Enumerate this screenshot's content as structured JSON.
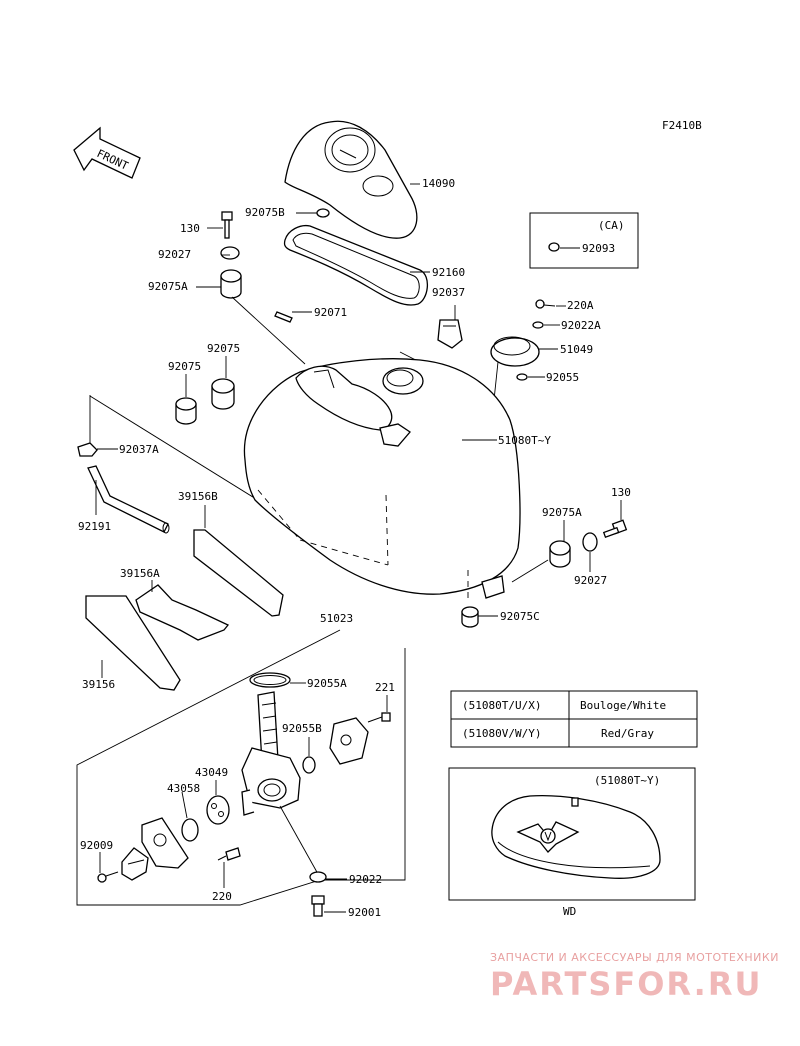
{
  "figure_code": "F2410B",
  "front_label": "FRONT",
  "callouts": {
    "p14090": "14090",
    "p92075B": "92075B",
    "p130_top": "130",
    "p92027_top": "92027",
    "p92075A_top": "92075A",
    "p92160": "92160",
    "p92071": "92071",
    "p92037": "92037",
    "p92075_a": "92075",
    "p92075_b": "92075",
    "p220A": "220A",
    "p92022A": "92022A",
    "p51049": "51049",
    "p92055": "92055",
    "p92037A": "92037A",
    "p51080": "51080T~Y",
    "p92191": "92191",
    "p39156B": "39156B",
    "p130_right": "130",
    "p92075A_right": "92075A",
    "p92027_right": "92027",
    "p39156A": "39156A",
    "p92075C": "92075C",
    "p51023": "51023",
    "p39156": "39156",
    "p92055A": "92055A",
    "p221": "221",
    "p92055B": "92055B",
    "p43049": "43049",
    "p43058": "43058",
    "p92009": "92009",
    "p220": "220",
    "p92022": "92022",
    "p92001": "92001"
  },
  "ca_box": {
    "title": "(CA)",
    "part": "92093"
  },
  "color_table": [
    {
      "code": "(51080T/U/X)",
      "color": "Boulоge/White"
    },
    {
      "code": "(51080V/W/Y)",
      "color": "Red/Gray"
    }
  ],
  "wd_inset": {
    "title": "(51080T~Y)",
    "caption": "WD"
  },
  "watermark": {
    "small": "ЗАПЧАСТИ И АКСЕССУАРЫ ДЛЯ МОТОТЕХНИКИ",
    "large": "PARTSFOR.RU"
  }
}
